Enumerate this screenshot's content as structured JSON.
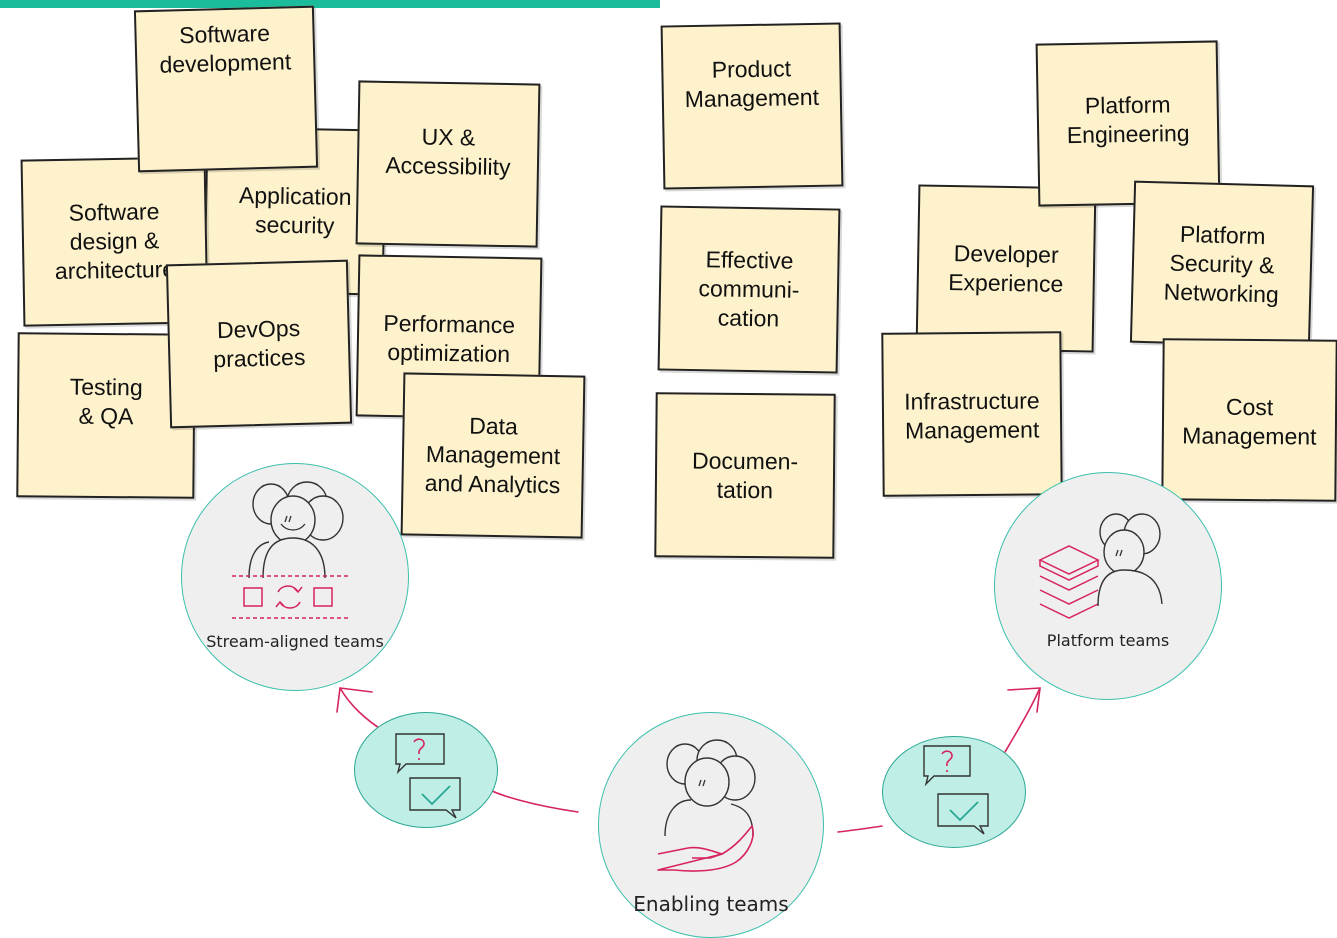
{
  "colors": {
    "accent": "#1abc9c",
    "note": "#fdf2cc",
    "arrow": "#d6245d",
    "bubble": "#bfeee6"
  },
  "notes": {
    "software_development": "Software\ndevelopment",
    "software_design": "Software\ndesign &\narchitecture",
    "application_security": "Application\nsecurity",
    "ux_accessibility": "UX &\nAccessibility",
    "devops": "DevOps\npractices",
    "performance": "Performance\noptimization",
    "testing": "Testing\n& QA",
    "data_management": "Data\nManagement\nand Analytics",
    "product_management": "Product\nManagement",
    "effective_communication": "Effective\ncommuni-\ncation",
    "documentation": "Documen-\ntation",
    "platform_engineering": "Platform\nEngineering",
    "developer_experience": "Developer\nExperience",
    "platform_security": "Platform\nSecurity &\nNetworking",
    "infrastructure": "Infrastructure\nManagement",
    "cost": "Cost\nManagement"
  },
  "teams": {
    "stream_aligned": "Stream-aligned teams",
    "platform": "Platform teams",
    "enabling": "Enabling teams"
  },
  "icons": {
    "team": "team-people-icon",
    "flow": "stream-flow-icon",
    "layers": "layers-icon",
    "hand": "helping-hand-icon",
    "question": "question-bubble-icon",
    "check": "check-bubble-icon"
  }
}
